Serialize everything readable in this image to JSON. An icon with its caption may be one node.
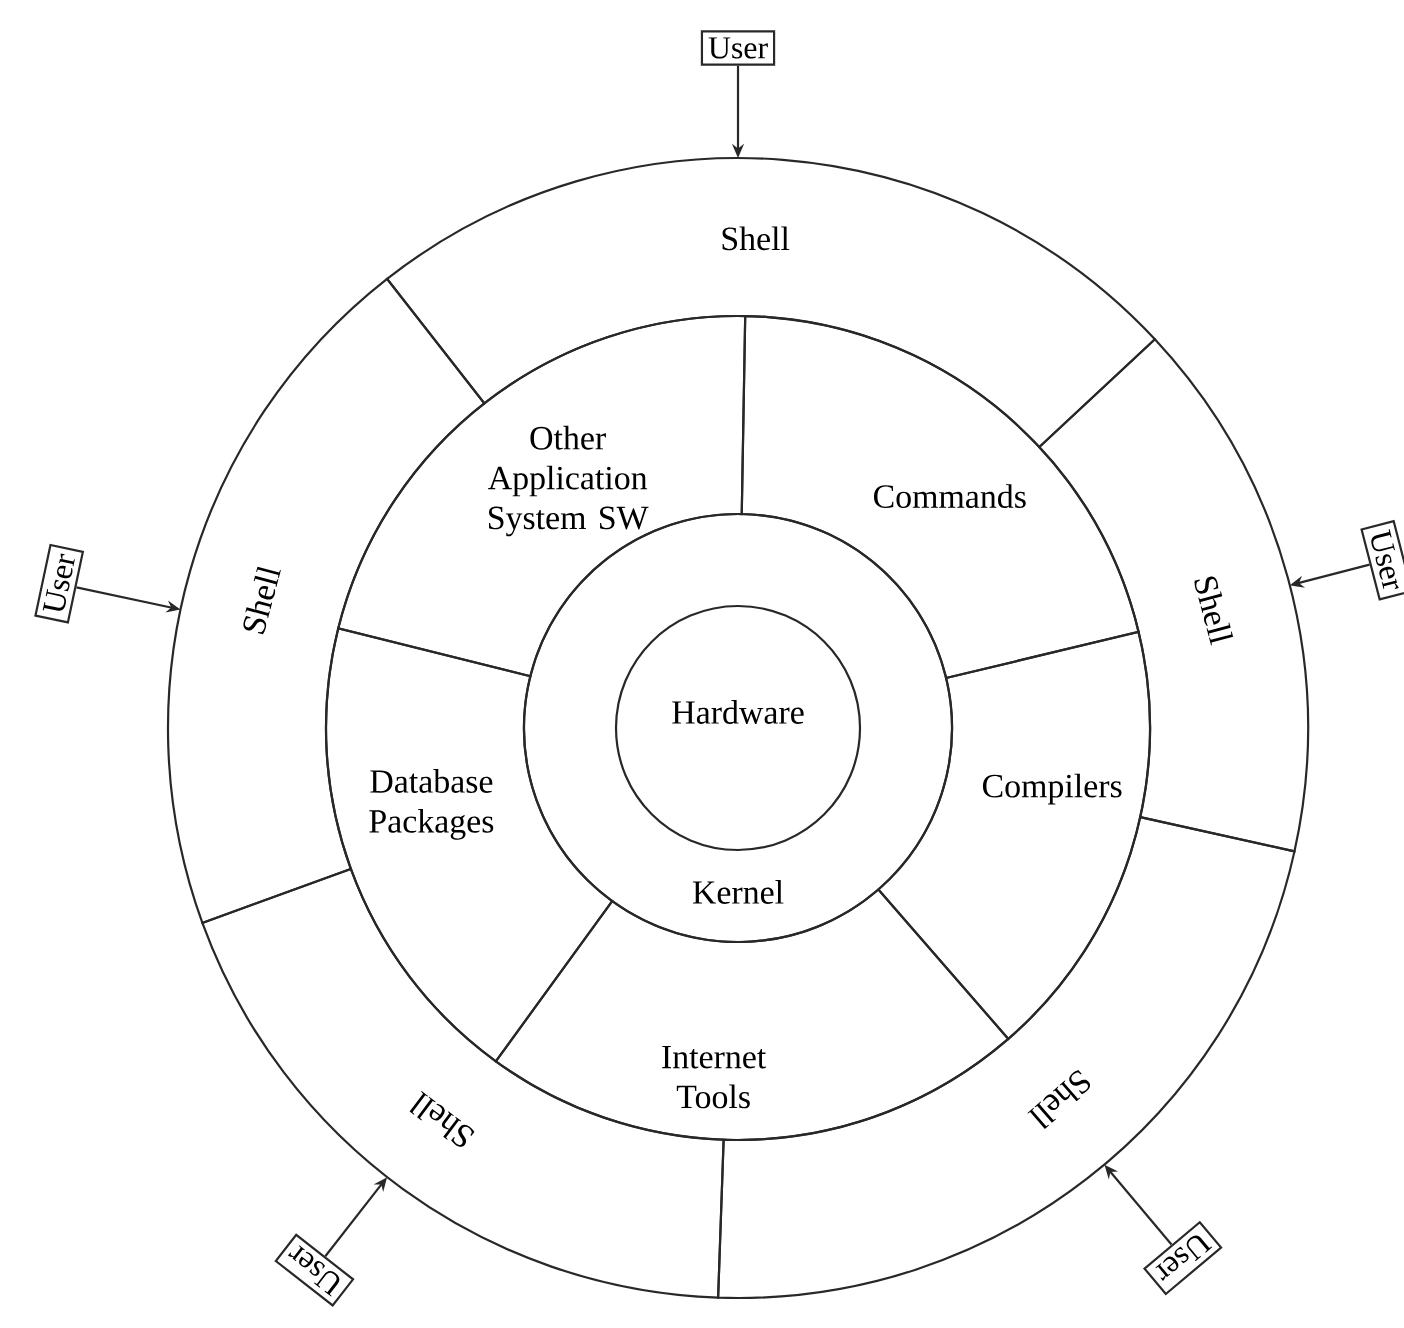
{
  "diagram": {
    "nodes": [
      {
        "text": [
          "User"
        ]
      },
      {
        "text": [
          "Shell"
        ]
      },
      {
        "text": [
          "User"
        ]
      },
      {
        "text": [
          "Shell"
        ]
      },
      {
        "text": [
          "Other Application System SW"
        ]
      },
      {
        "text": [
          "Commands"
        ]
      },
      {
        "text": [
          "User"
        ]
      },
      {
        "text": [
          "Shell"
        ]
      },
      {
        "text": [
          "Hardware"
        ],
        "in": 11
      },
      {
        "text": [
          "Database Packages"
        ]
      },
      {
        "text": [
          "Compilers"
        ]
      },
      {
        "text": [
          "Kernel"
        ]
      },
      {
        "text": [
          "Internet Tools"
        ]
      },
      {
        "text": [
          "Shell"
        ]
      },
      {
        "text": [
          "Shell"
        ]
      },
      {
        "text": [
          "User"
        ]
      },
      {
        "text": [
          "User"
        ]
      }
    ],
    "edges": [
      {
        "from": 0,
        "to": 1,
        "arrow": "to"
      },
      {
        "from": 2,
        "to": 3,
        "arrow": "to"
      },
      {
        "from": 6,
        "to": 7,
        "arrow": "to"
      },
      {
        "from": 15,
        "to": 13,
        "arrow": "to"
      },
      {
        "from": 16,
        "to": 14,
        "arrow": "to"
      }
    ]
  }
}
